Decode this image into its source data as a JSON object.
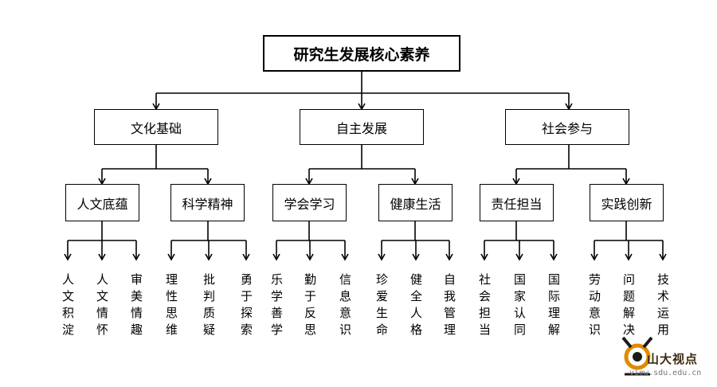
{
  "root": {
    "label": "研究生发展核心素养"
  },
  "branches": [
    {
      "label": "文化基础",
      "children": [
        {
          "label": "人文底蕴",
          "items": [
            "人文积淀",
            "人文情怀",
            "审美情趣"
          ]
        },
        {
          "label": "科学精神",
          "items": [
            "理性思维",
            "批判质疑",
            "勇于探索"
          ]
        }
      ]
    },
    {
      "label": "自主发展",
      "children": [
        {
          "label": "学会学习",
          "items": [
            "乐学善学",
            "勤于反思",
            "信息意识"
          ]
        },
        {
          "label": "健康生活",
          "items": [
            "珍爱生命",
            "健全人格",
            "自我管理"
          ]
        }
      ]
    },
    {
      "label": "社会参与",
      "children": [
        {
          "label": "责任担当",
          "items": [
            "社会担当",
            "国家认同",
            "国际理解"
          ]
        },
        {
          "label": "实践创新",
          "items": [
            "劳动意识",
            "问题解决",
            "技术运用"
          ]
        }
      ]
    }
  ],
  "watermark": {
    "logo_text": "山大视点",
    "url": "view.sdu.edu.cn"
  }
}
